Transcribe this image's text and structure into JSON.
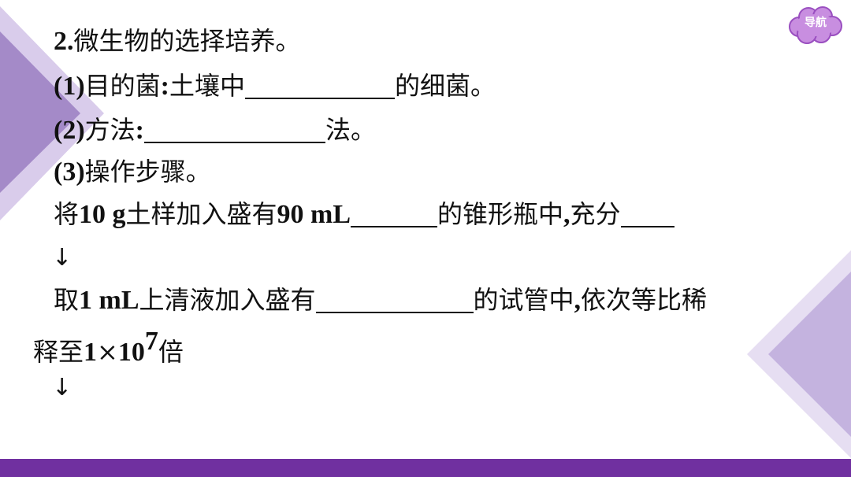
{
  "nav": {
    "label": "导航"
  },
  "heading": {
    "number": "2.",
    "text": "微生物的选择培养。"
  },
  "item1": {
    "num": "(1)",
    "label": "目的菌",
    "colon": ":",
    "pre": "土壤中",
    "post": "的细菌。"
  },
  "item2": {
    "num": "(2)",
    "label": "方法",
    "colon": ":",
    "post": "法。"
  },
  "item3": {
    "num": "(3)",
    "label": "操作步骤。"
  },
  "step1": {
    "t1": "将",
    "n1": "10 g",
    "t2": "土样加入盛有",
    "n2": "90 mL",
    "t3": "的锥形瓶中",
    "comma": ",",
    "t4": "充分"
  },
  "arrow": "↓",
  "step2": {
    "t1": "取",
    "n1": "1 mL",
    "t2": "上清液加入盛有",
    "t3": "的试管中",
    "comma": ",",
    "t4": "依次等比稀",
    "t5": "释至",
    "n2": "1",
    "times": "×",
    "n3": "10",
    "exp": "7",
    "t6": "倍"
  },
  "colors": {
    "purple": "#7030a0",
    "lavender": "#b3a0d1",
    "pale": "#e6def2",
    "nav": "#c080d8"
  }
}
